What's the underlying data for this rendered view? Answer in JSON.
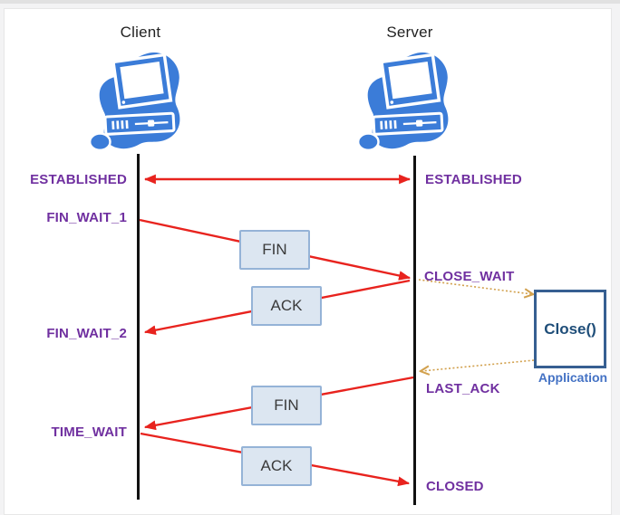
{
  "actors": {
    "client": "Client",
    "server": "Server"
  },
  "client_states": {
    "established": "ESTABLISHED",
    "fin_wait_1": "FIN_WAIT_1",
    "fin_wait_2": "FIN_WAIT_2",
    "time_wait": "TIME_WAIT"
  },
  "server_states": {
    "established": "ESTABLISHED",
    "close_wait": "CLOSE_WAIT",
    "last_ack": "LAST_ACK",
    "closed": "CLOSED"
  },
  "messages": {
    "fin_1": "FIN",
    "ack_1": "ACK",
    "fin_2": "FIN",
    "ack_2": "ACK"
  },
  "application": {
    "close_call": "Close()",
    "caption": "Application"
  },
  "colors": {
    "state_text": "#7030A0",
    "arrow_red": "#E8231E",
    "app_arrow_tan": "#D2A14E",
    "icon_blue": "#3B7CD8",
    "message_box_fill": "#DCE6F1",
    "message_box_border": "#95B3D7",
    "close_box_border": "#365F91",
    "close_text": "#1F4E79",
    "application_text": "#4472C4",
    "lifeline": "#111111"
  }
}
